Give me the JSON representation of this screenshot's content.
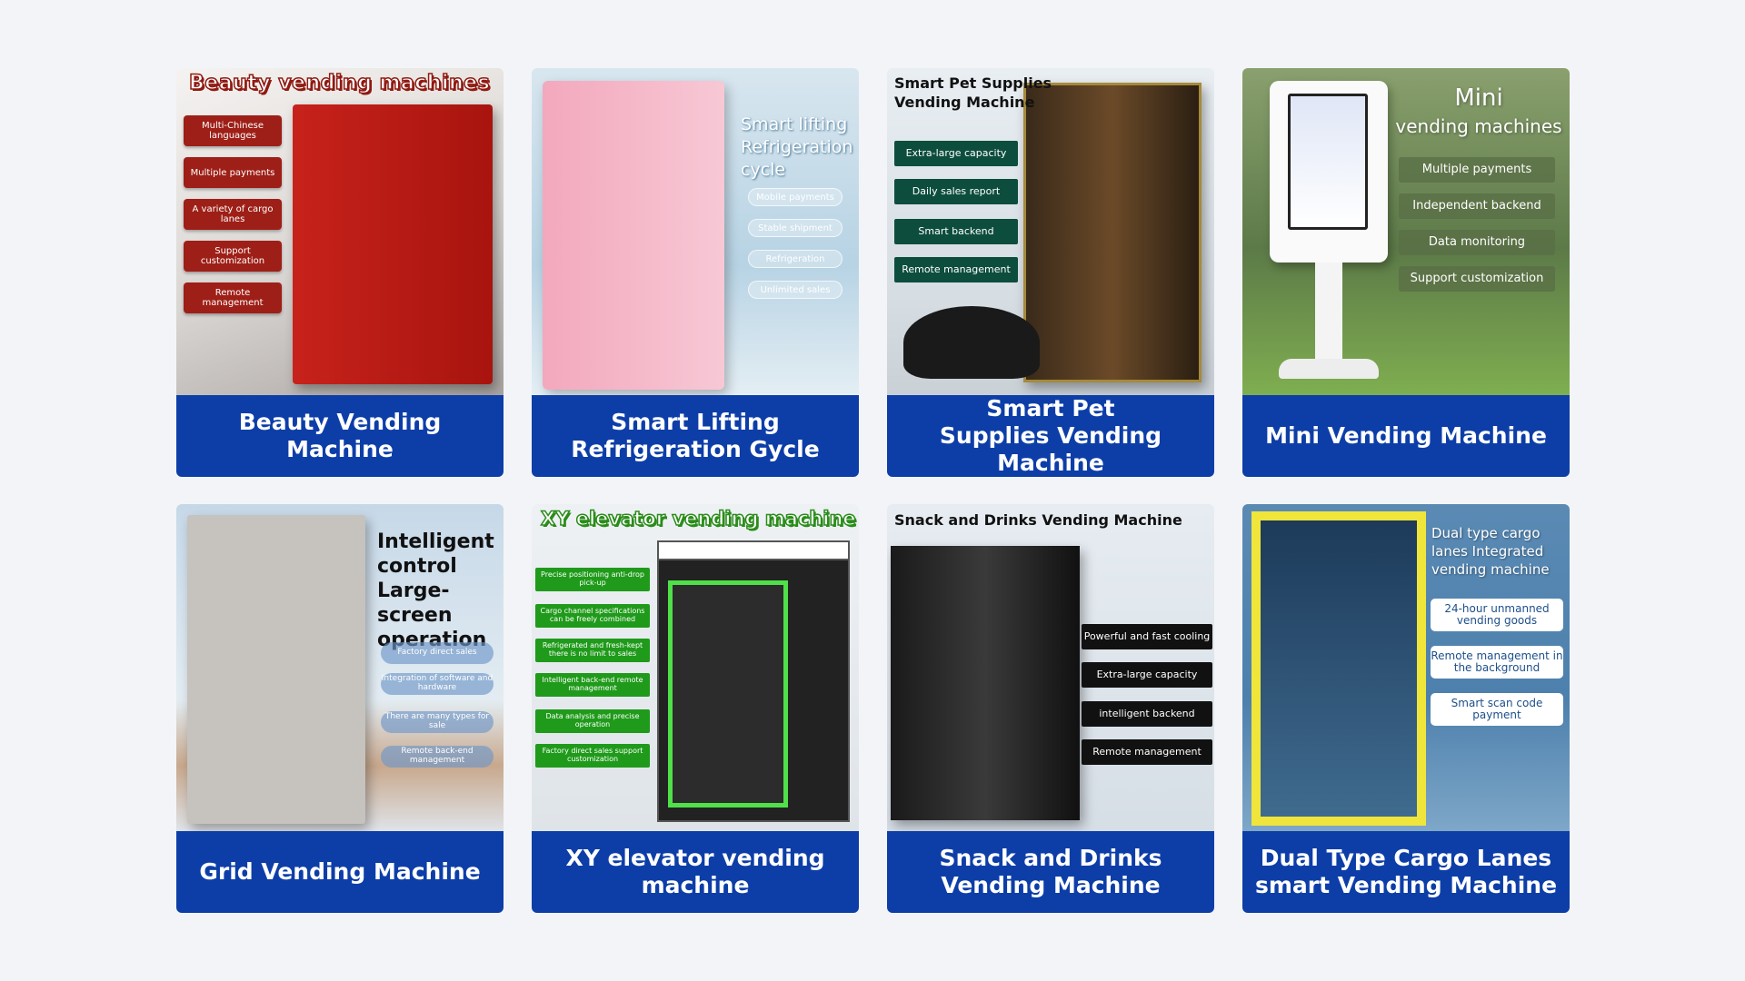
{
  "cards": [
    {
      "caption": [
        "Beauty Vending Machine"
      ],
      "image_header": [
        "Beauty vending machines"
      ],
      "features": [
        "Multi-Chinese languages",
        "Multiple payments",
        "A variety of cargo lanes",
        "Support customization",
        "Remote management"
      ]
    },
    {
      "caption": [
        "Smart Lifting",
        "Refrigeration Gycle"
      ],
      "image_header": [
        "Smart lifting",
        "Refrigeration",
        "cycle"
      ],
      "features": [
        "Mobile payments",
        "Stable shipment",
        "Refrigeration",
        "Unlimited sales"
      ]
    },
    {
      "caption": [
        "Smart Pet",
        "Supplies Vending Machine"
      ],
      "image_header": [
        "Smart Pet Supplies",
        "Vending Machine"
      ],
      "features": [
        "Extra-large capacity",
        "Daily sales report",
        "Smart backend",
        "Remote management"
      ]
    },
    {
      "caption": [
        "Mini Vending Machine"
      ],
      "image_header": [
        "Mini",
        "vending machines"
      ],
      "features": [
        "Multiple payments",
        "Independent backend",
        "Data monitoring",
        "Support customization"
      ]
    },
    {
      "caption": [
        "Grid Vending Machine"
      ],
      "image_header": [
        "Intelligent",
        "control",
        "Large-screen",
        "operation"
      ],
      "features": [
        "Factory direct sales",
        "Integration of software and hardware",
        "There are many types for sale",
        "Remote back-end management"
      ]
    },
    {
      "caption": [
        "XY elevator vending machine"
      ],
      "image_header": [
        "XY elevator vending machine"
      ],
      "features": [
        "Precise positioning anti-drop pick-up",
        "Cargo channel specifications can be freely combined",
        "Refrigerated and fresh-kept there is no limit to sales",
        "Intelligent back-end remote management",
        "Data analysis and precise operation",
        "Factory direct sales support customization"
      ]
    },
    {
      "caption": [
        "Snack and Drinks",
        "Vending Machine"
      ],
      "image_header": [
        "Snack and Drinks Vending Machine"
      ],
      "features": [
        "Powerful and fast cooling",
        "Extra-large capacity",
        "intelligent backend",
        "Remote management"
      ]
    },
    {
      "caption": [
        "Dual Type Cargo Lanes",
        "smart Vending Machine"
      ],
      "image_header": [
        "Dual type cargo",
        "lanes Integrated",
        "vending machine"
      ],
      "features": [
        "24-hour unmanned vending goods",
        "Remote management in the background",
        "Smart scan code payment"
      ]
    }
  ]
}
